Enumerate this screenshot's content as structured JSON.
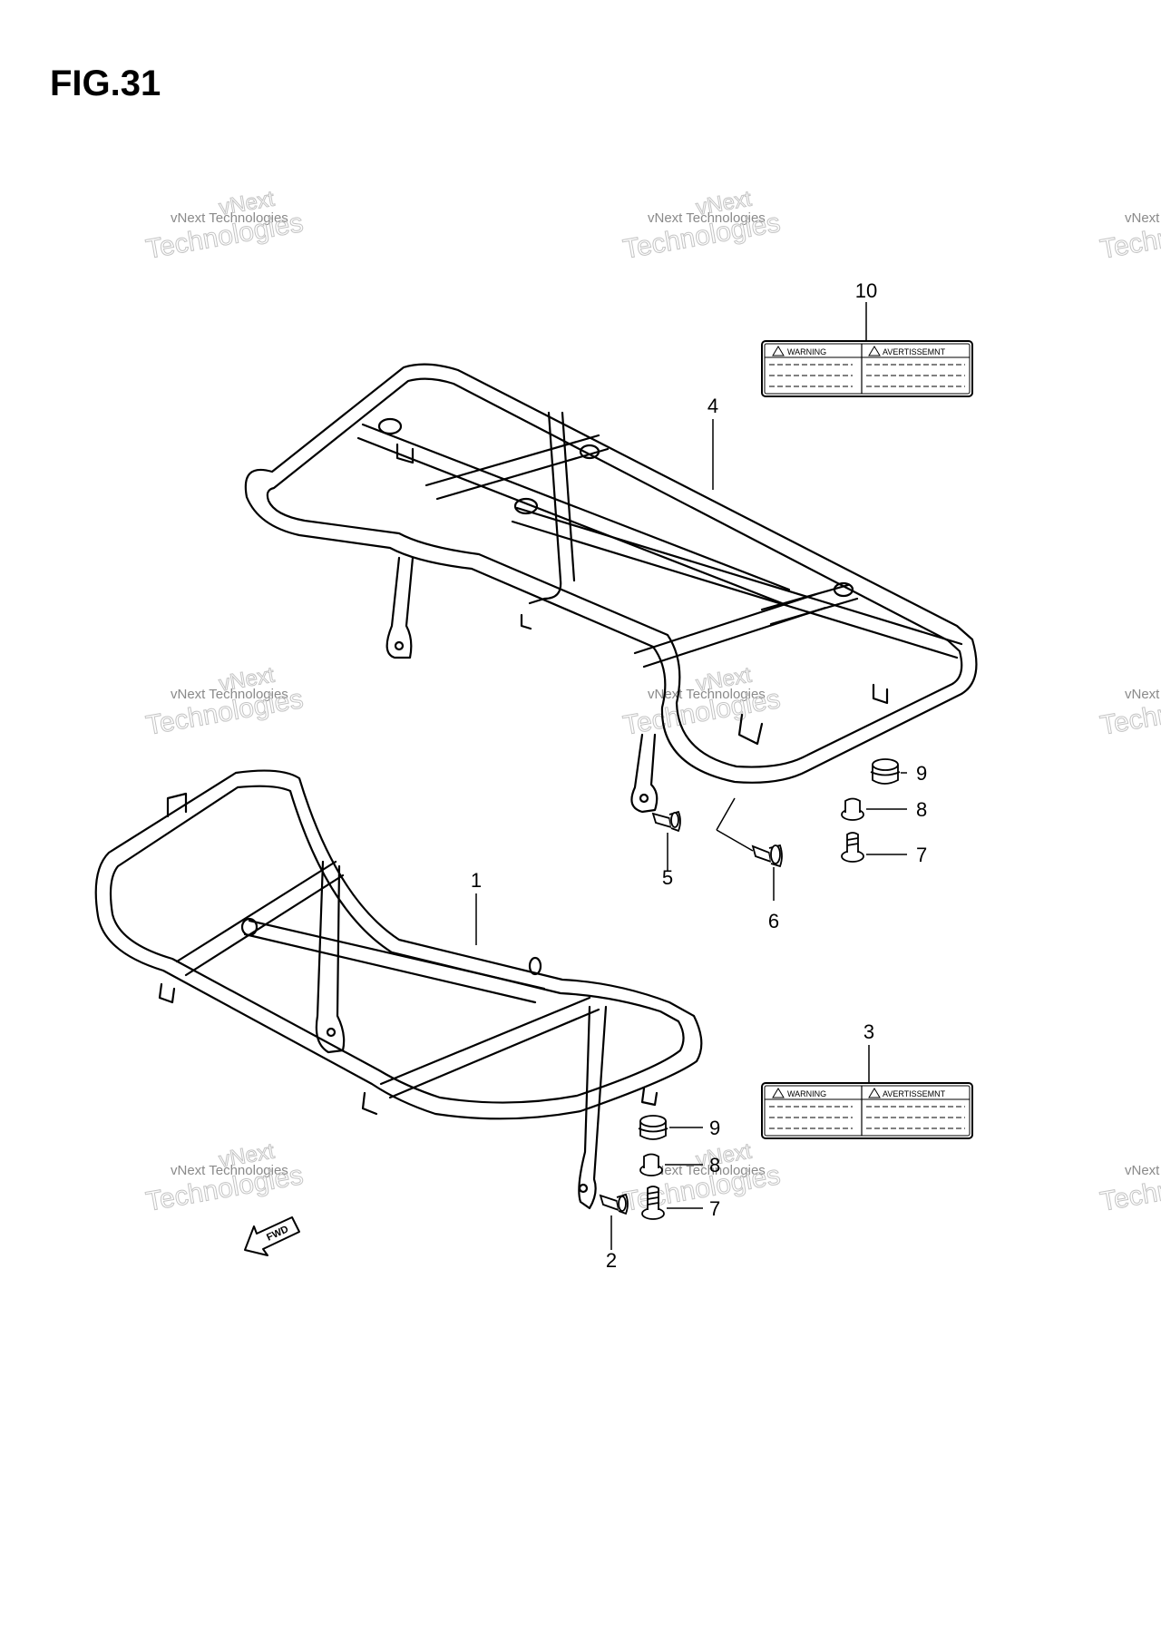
{
  "figure": {
    "title": "FIG.31"
  },
  "watermark": {
    "line1": "vNext Technologies",
    "line2": "vNext",
    "line3": "Technologies"
  },
  "callouts": {
    "c10": "10",
    "c4": "4",
    "c9a": "9",
    "c8a": "8",
    "c7a": "7",
    "c5": "5",
    "c6": "6",
    "c1": "1",
    "c3": "3",
    "c9b": "9",
    "c8b": "8",
    "c7b": "7",
    "c2": "2"
  },
  "labels": {
    "upper": {
      "warning": "WARNING",
      "avertissement": "AVERTISSEMNT"
    },
    "lower": {
      "warning": "WARNING",
      "avertissement": "AVERTISSEMNT"
    }
  },
  "fwd_arrow": {
    "text": "FWD"
  },
  "colors": {
    "line": "#000000",
    "watermark": "#c4c4c4",
    "background": "#ffffff"
  }
}
